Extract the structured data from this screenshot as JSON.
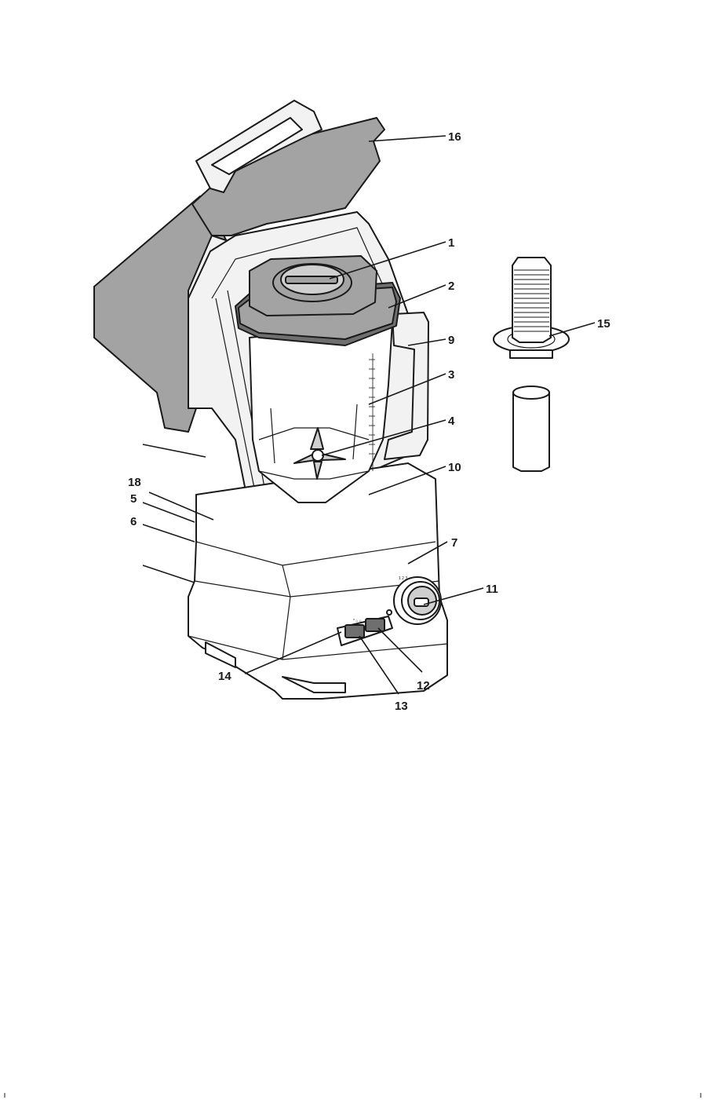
{
  "callouts": [
    {
      "id": "c1",
      "label": "1"
    },
    {
      "id": "c2",
      "label": "2"
    },
    {
      "id": "c3",
      "label": "3"
    },
    {
      "id": "c4",
      "label": "4"
    },
    {
      "id": "c5",
      "label": "5"
    },
    {
      "id": "c6",
      "label": "6"
    },
    {
      "id": "c7",
      "label": "7"
    },
    {
      "id": "c9",
      "label": "9"
    },
    {
      "id": "c10",
      "label": "10"
    },
    {
      "id": "c11",
      "label": "11"
    },
    {
      "id": "c12",
      "label": "12"
    },
    {
      "id": "c13",
      "label": "13"
    },
    {
      "id": "c14",
      "label": "14"
    },
    {
      "id": "c15",
      "label": "15"
    },
    {
      "id": "c16",
      "label": "16"
    },
    {
      "id": "c18",
      "label": "18"
    }
  ]
}
